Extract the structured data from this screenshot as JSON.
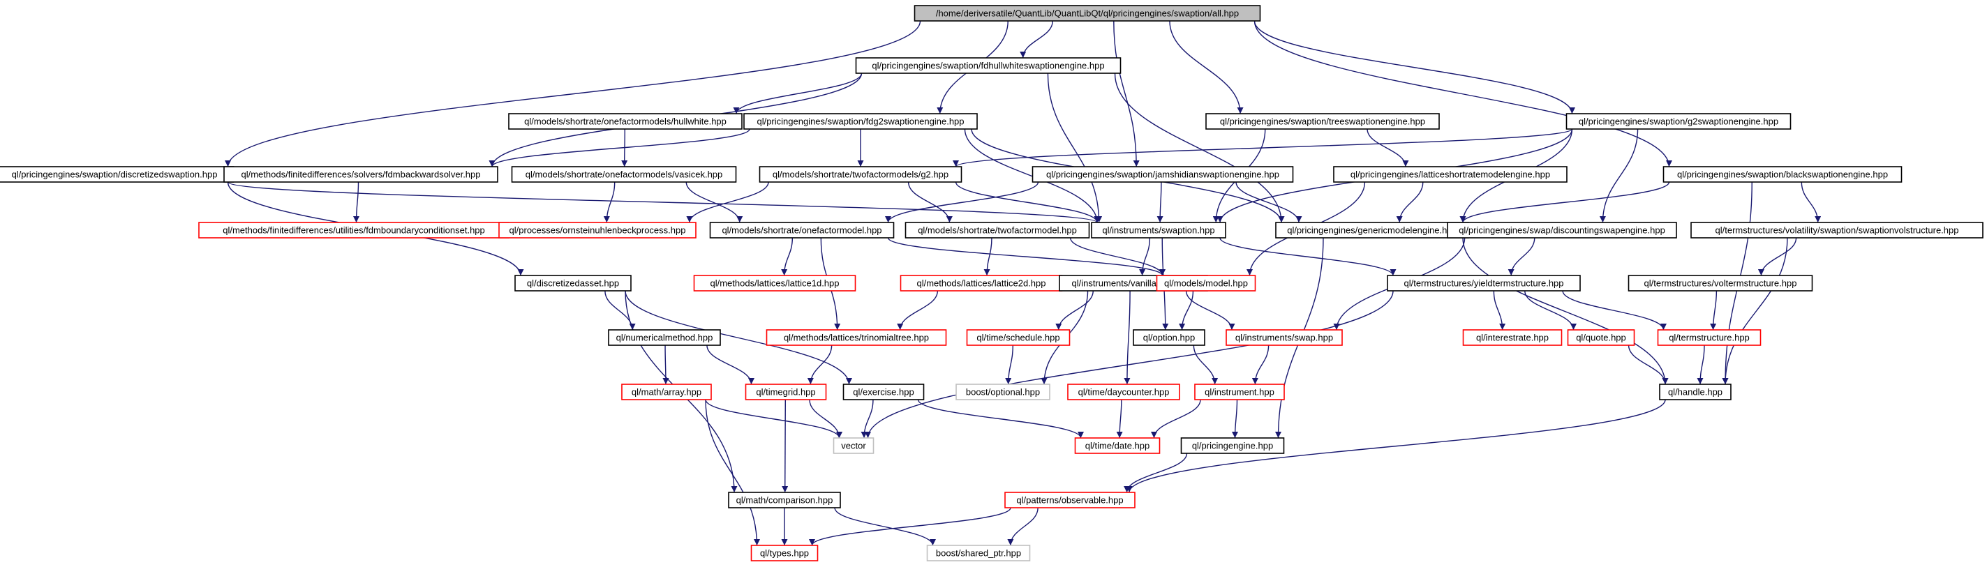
{
  "diagram": {
    "colors": {
      "edge": "#191970",
      "documented_border": "#000000",
      "undocumented_border": "#ff0000",
      "external_border": "#bfbfbf",
      "root_fill": "#bfbfbf",
      "node_fill": "#ffffff",
      "text": "#000000"
    },
    "nodes": [
      {
        "id": "root",
        "label": "/home/deriversatile/QuantLib/QuantLibQt/ql/pricingengines/swaption/all.hpp",
        "kind": "root"
      },
      {
        "id": "fdhw",
        "label": "ql/pricingengines/swaption/fdhullwhiteswaptionengine.hpp",
        "kind": "documented"
      },
      {
        "id": "hullwhite",
        "label": "ql/models/shortrate/onefactormodels/hullwhite.hpp",
        "kind": "documented"
      },
      {
        "id": "fdg2",
        "label": "ql/pricingengines/swaption/fdg2swaptionengine.hpp",
        "kind": "documented"
      },
      {
        "id": "tree",
        "label": "ql/pricingengines/swaption/treeswaptionengine.hpp",
        "kind": "documented"
      },
      {
        "id": "g2eng",
        "label": "ql/pricingengines/swaption/g2swaptionengine.hpp",
        "kind": "documented"
      },
      {
        "id": "discswaption",
        "label": "ql/pricingengines/swaption/discretizedswaption.hpp",
        "kind": "documented"
      },
      {
        "id": "fdmback",
        "label": "ql/methods/finitedifferences/solvers/fdmbackwardsolver.hpp",
        "kind": "documented"
      },
      {
        "id": "vasicek",
        "label": "ql/models/shortrate/onefactormodels/vasicek.hpp",
        "kind": "documented"
      },
      {
        "id": "g2",
        "label": "ql/models/shortrate/twofactormodels/g2.hpp",
        "kind": "documented"
      },
      {
        "id": "jamshidian",
        "label": "ql/pricingengines/swaption/jamshidianswaptionengine.hpp",
        "kind": "documented"
      },
      {
        "id": "lattsr",
        "label": "ql/pricingengines/latticeshortratemodelengine.hpp",
        "kind": "documented"
      },
      {
        "id": "black",
        "label": "ql/pricingengines/swaption/blackswaptionengine.hpp",
        "kind": "documented"
      },
      {
        "id": "fdmbound",
        "label": "ql/methods/finitedifferences/utilities/fdmboundaryconditionset.hpp",
        "kind": "undocumented"
      },
      {
        "id": "ou",
        "label": "ql/processes/ornsteinuhlenbeckprocess.hpp",
        "kind": "undocumented"
      },
      {
        "id": "onefactor",
        "label": "ql/models/shortrate/onefactormodel.hpp",
        "kind": "documented"
      },
      {
        "id": "twofactor",
        "label": "ql/models/shortrate/twofactormodel.hpp",
        "kind": "documented"
      },
      {
        "id": "swaption",
        "label": "ql/instruments/swaption.hpp",
        "kind": "documented"
      },
      {
        "id": "generic",
        "label": "ql/pricingengines/genericmodelengine.hpp",
        "kind": "documented"
      },
      {
        "id": "discswapeng",
        "label": "ql/pricingengines/swap/discountingswapengine.hpp",
        "kind": "documented"
      },
      {
        "id": "swvolstruct",
        "label": "ql/termstructures/volatility/swaption/swaptionvolstructure.hpp",
        "kind": "documented"
      },
      {
        "id": "discasset",
        "label": "ql/discretizedasset.hpp",
        "kind": "documented"
      },
      {
        "id": "lattice1d",
        "label": "ql/methods/lattices/lattice1d.hpp",
        "kind": "undocumented"
      },
      {
        "id": "lattice2d",
        "label": "ql/methods/lattices/lattice2d.hpp",
        "kind": "undocumented"
      },
      {
        "id": "vanillaswap",
        "label": "ql/instruments/vanillaswap.hpp",
        "kind": "documented"
      },
      {
        "id": "model",
        "label": "ql/models/model.hpp",
        "kind": "undocumented"
      },
      {
        "id": "yieldts",
        "label": "ql/termstructures/yieldtermstructure.hpp",
        "kind": "documented"
      },
      {
        "id": "volts",
        "label": "ql/termstructures/voltermstructure.hpp",
        "kind": "documented"
      },
      {
        "id": "nummethod",
        "label": "ql/numericalmethod.hpp",
        "kind": "documented"
      },
      {
        "id": "trinomial",
        "label": "ql/methods/lattices/trinomialtree.hpp",
        "kind": "undocumented"
      },
      {
        "id": "schedule",
        "label": "ql/time/schedule.hpp",
        "kind": "undocumented"
      },
      {
        "id": "option",
        "label": "ql/option.hpp",
        "kind": "documented"
      },
      {
        "id": "swap",
        "label": "ql/instruments/swap.hpp",
        "kind": "undocumented"
      },
      {
        "id": "interestrate",
        "label": "ql/interestrate.hpp",
        "kind": "undocumented"
      },
      {
        "id": "quote",
        "label": "ql/quote.hpp",
        "kind": "undocumented"
      },
      {
        "id": "termstructure",
        "label": "ql/termstructure.hpp",
        "kind": "undocumented"
      },
      {
        "id": "array",
        "label": "ql/math/array.hpp",
        "kind": "undocumented"
      },
      {
        "id": "timegrid",
        "label": "ql/timegrid.hpp",
        "kind": "undocumented"
      },
      {
        "id": "exercise",
        "label": "ql/exercise.hpp",
        "kind": "documented"
      },
      {
        "id": "boostopt",
        "label": "boost/optional.hpp",
        "kind": "external"
      },
      {
        "id": "daycounter",
        "label": "ql/time/daycounter.hpp",
        "kind": "undocumented"
      },
      {
        "id": "instrument",
        "label": "ql/instrument.hpp",
        "kind": "undocumented"
      },
      {
        "id": "handle",
        "label": "ql/handle.hpp",
        "kind": "documented"
      },
      {
        "id": "vector",
        "label": "vector",
        "kind": "external"
      },
      {
        "id": "date",
        "label": "ql/time/date.hpp",
        "kind": "undocumented"
      },
      {
        "id": "pricingengine",
        "label": "ql/pricingengine.hpp",
        "kind": "documented"
      },
      {
        "id": "observable",
        "label": "ql/patterns/observable.hpp",
        "kind": "undocumented"
      },
      {
        "id": "comparison",
        "label": "ql/math/comparison.hpp",
        "kind": "documented"
      },
      {
        "id": "types",
        "label": "ql/types.hpp",
        "kind": "undocumented"
      },
      {
        "id": "sharedptr",
        "label": "boost/shared_ptr.hpp",
        "kind": "external"
      }
    ],
    "edges": [
      [
        "root",
        "fdhw"
      ],
      [
        "root",
        "fdg2"
      ],
      [
        "root",
        "tree"
      ],
      [
        "root",
        "g2eng"
      ],
      [
        "root",
        "discswaption"
      ],
      [
        "root",
        "jamshidian"
      ],
      [
        "root",
        "black"
      ],
      [
        "fdhw",
        "hullwhite"
      ],
      [
        "fdhw",
        "fdmback"
      ],
      [
        "fdhw",
        "swaption"
      ],
      [
        "fdhw",
        "generic"
      ],
      [
        "hullwhite",
        "vasicek"
      ],
      [
        "fdg2",
        "g2"
      ],
      [
        "fdg2",
        "fdmback"
      ],
      [
        "fdg2",
        "swaption"
      ],
      [
        "fdg2",
        "generic"
      ],
      [
        "tree",
        "lattsr"
      ],
      [
        "tree",
        "swaption"
      ],
      [
        "g2eng",
        "g2"
      ],
      [
        "g2eng",
        "generic"
      ],
      [
        "g2eng",
        "discswapeng"
      ],
      [
        "g2eng",
        "swaption"
      ],
      [
        "discswaption",
        "swaption"
      ],
      [
        "discswaption",
        "discasset"
      ],
      [
        "fdmback",
        "fdmbound"
      ],
      [
        "vasicek",
        "ou"
      ],
      [
        "vasicek",
        "onefactor"
      ],
      [
        "g2",
        "ou"
      ],
      [
        "g2",
        "twofactor"
      ],
      [
        "g2",
        "swaption"
      ],
      [
        "jamshidian",
        "swaption"
      ],
      [
        "jamshidian",
        "onefactor"
      ],
      [
        "jamshidian",
        "generic"
      ],
      [
        "lattsr",
        "generic"
      ],
      [
        "lattsr",
        "model"
      ],
      [
        "black",
        "swvolstruct"
      ],
      [
        "black",
        "generic"
      ],
      [
        "black",
        "handle"
      ],
      [
        "onefactor",
        "lattice1d"
      ],
      [
        "onefactor",
        "trinomial"
      ],
      [
        "onefactor",
        "model"
      ],
      [
        "twofactor",
        "lattice2d"
      ],
      [
        "twofactor",
        "model"
      ],
      [
        "swaption",
        "vanillaswap"
      ],
      [
        "swaption",
        "option"
      ],
      [
        "swaption",
        "yieldts"
      ],
      [
        "generic",
        "pricingengine"
      ],
      [
        "generic",
        "handle"
      ],
      [
        "discswapeng",
        "yieldts"
      ],
      [
        "discswapeng",
        "swap"
      ],
      [
        "swvolstruct",
        "volts"
      ],
      [
        "swvolstruct",
        "handle"
      ],
      [
        "discasset",
        "nummethod"
      ],
      [
        "discasset",
        "exercise"
      ],
      [
        "discasset",
        "comparison"
      ],
      [
        "lattice2d",
        "trinomial"
      ],
      [
        "vanillaswap",
        "schedule"
      ],
      [
        "vanillaswap",
        "boostopt"
      ],
      [
        "vanillaswap",
        "daycounter"
      ],
      [
        "vanillaswap",
        "swap"
      ],
      [
        "model",
        "option"
      ],
      [
        "yieldts",
        "interestrate"
      ],
      [
        "yieldts",
        "quote"
      ],
      [
        "yieldts",
        "termstructure"
      ],
      [
        "yieldts",
        "vector"
      ],
      [
        "volts",
        "termstructure"
      ],
      [
        "nummethod",
        "array"
      ],
      [
        "nummethod",
        "timegrid"
      ],
      [
        "trinomial",
        "timegrid"
      ],
      [
        "schedule",
        "boostopt"
      ],
      [
        "option",
        "instrument"
      ],
      [
        "swap",
        "instrument"
      ],
      [
        "quote",
        "handle"
      ],
      [
        "termstructure",
        "handle"
      ],
      [
        "array",
        "vector"
      ],
      [
        "array",
        "types"
      ],
      [
        "timegrid",
        "vector"
      ],
      [
        "timegrid",
        "comparison"
      ],
      [
        "exercise",
        "vector"
      ],
      [
        "exercise",
        "date"
      ],
      [
        "daycounter",
        "date"
      ],
      [
        "instrument",
        "date"
      ],
      [
        "instrument",
        "pricingengine"
      ],
      [
        "handle",
        "observable"
      ],
      [
        "pricingengine",
        "observable"
      ],
      [
        "observable",
        "types"
      ],
      [
        "observable",
        "sharedptr"
      ],
      [
        "comparison",
        "types"
      ],
      [
        "comparison",
        "sharedptr"
      ]
    ]
  }
}
